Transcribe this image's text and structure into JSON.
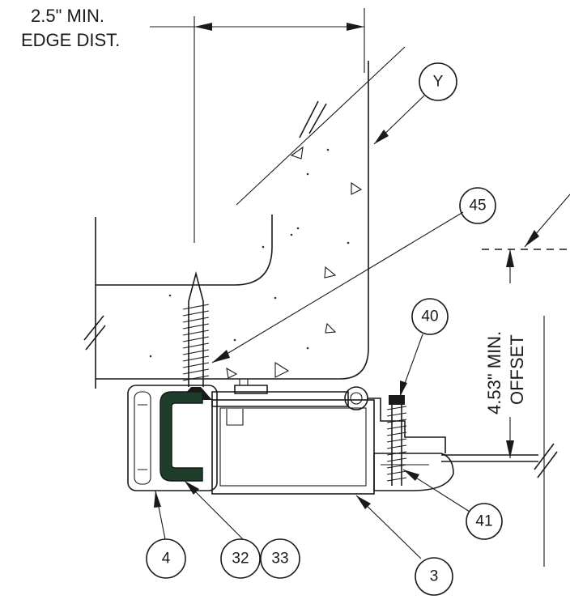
{
  "dimensions": {
    "edge_distance_line1": "2.5\" MIN.",
    "edge_distance_line2": "EDGE DIST.",
    "offset_line1": "4.53\" MIN.",
    "offset_line2": "OFFSET"
  },
  "callouts": {
    "Y": "Y",
    "c45": "45",
    "c40": "40",
    "c41": "41",
    "c4": "4",
    "c32": "32",
    "c33": "33",
    "c3": "3"
  },
  "colors": {
    "line": "#1a1a1a",
    "gasket": "#1f3d2b"
  }
}
